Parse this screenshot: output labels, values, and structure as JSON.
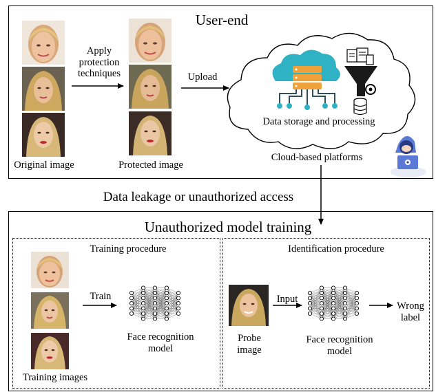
{
  "user_end": {
    "title": "User-end",
    "apply_label_1": "Apply",
    "apply_label_2": "protection",
    "apply_label_3": "techniques",
    "upload_label": "Upload",
    "original_caption": "Original image",
    "protected_caption": "Protected image",
    "cloud_caption": "Data storage and processing",
    "platform_caption": "Cloud-based platforms"
  },
  "leak_label": "Data leakage or unauthorized access",
  "training_section": {
    "title": "Unauthorized model training",
    "training_procedure": {
      "title": "Training procedure",
      "train_label": "Train",
      "model_label_1": "Face recognition",
      "model_label_2": "model",
      "images_caption": "Training images"
    },
    "identification_procedure": {
      "title": "Identification procedure",
      "input_label": "Input",
      "probe_label_1": "Probe",
      "probe_label_2": "image",
      "model_label_1": "Face recognition",
      "model_label_2": "model",
      "output_label_1": "Wrong",
      "output_label_2": "label"
    }
  },
  "colors": {
    "cloud_teal": "#2fb3c4",
    "server_orange": "#f0a23a",
    "hacker_blue": "#5b79d6"
  }
}
